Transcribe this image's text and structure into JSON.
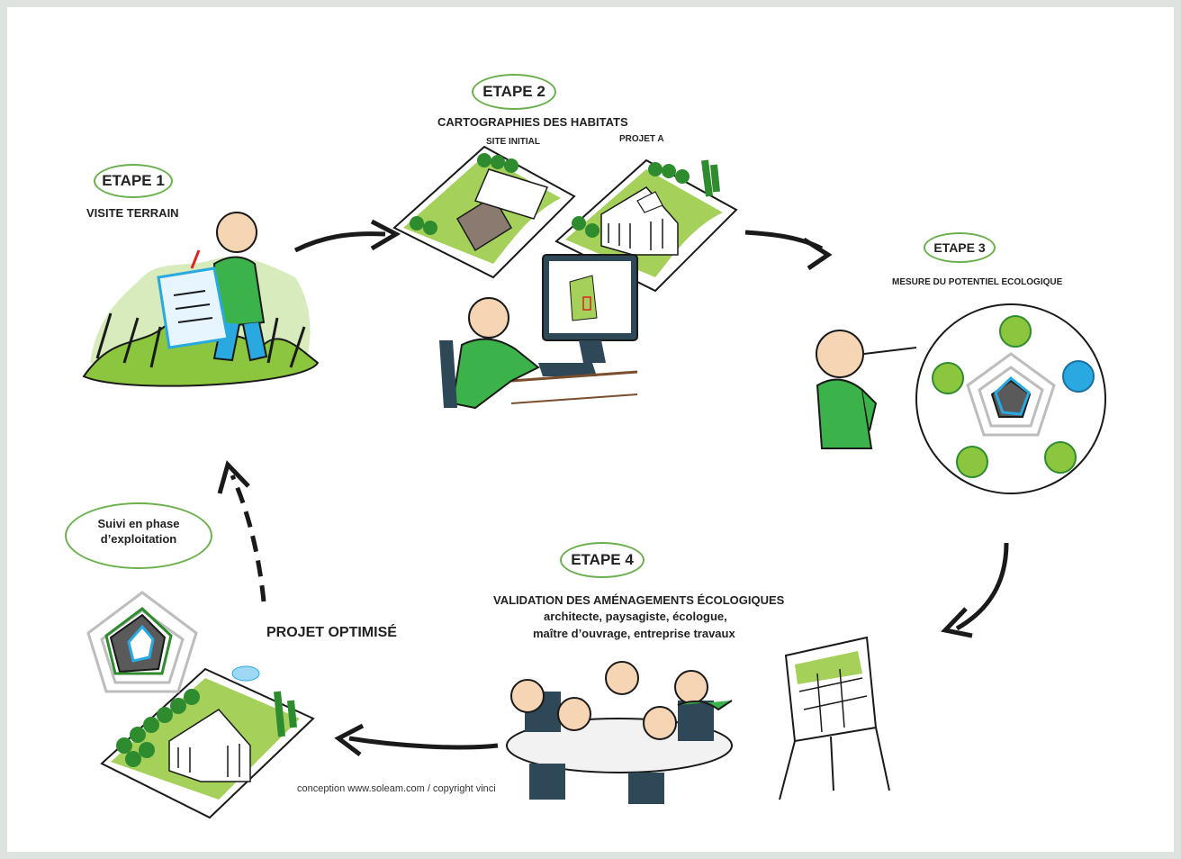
{
  "steps": {
    "step1": {
      "badge": "ETAPE 1",
      "title": "VISITE TERRAIN"
    },
    "step2": {
      "badge": "ETAPE 2",
      "title": "CARTOGRAPHIES DES HABITATS",
      "sub_left": "SITE INITIAL",
      "sub_right": "PROJET A"
    },
    "step3": {
      "badge": "ETAPE 3",
      "title": "MESURE DU POTENTIEL ECOLOGIQUE"
    },
    "step4": {
      "badge": "ETAPE 4",
      "title": "VALIDATION DES AMÉNAGEMENTS ÉCOLOGIQUES",
      "line2": "architecte, paysagiste, écologue,",
      "line3": "maître d’ouvrage, entreprise travaux"
    }
  },
  "followup": {
    "line1": "Suivi en phase",
    "line2": "d’exploitation"
  },
  "optimized": "PROJET OPTIMISÉ",
  "credit": "conception www.soleam.com / copyright vinci",
  "colors": {
    "green": "#6ab04c",
    "dark_green": "#2e8b2e",
    "blue": "#29a9e0",
    "gray": "#8c8c8c",
    "black": "#1a1a1a"
  },
  "icons": [
    "person-surveying-icon",
    "habitat-map-initial-icon",
    "habitat-map-project-icon",
    "person-at-computer-icon",
    "thinking-person-icon",
    "radar-criteria-icon",
    "meeting-table-icon",
    "flipchart-icon",
    "optimized-project-icon",
    "followup-radar-icon"
  ]
}
